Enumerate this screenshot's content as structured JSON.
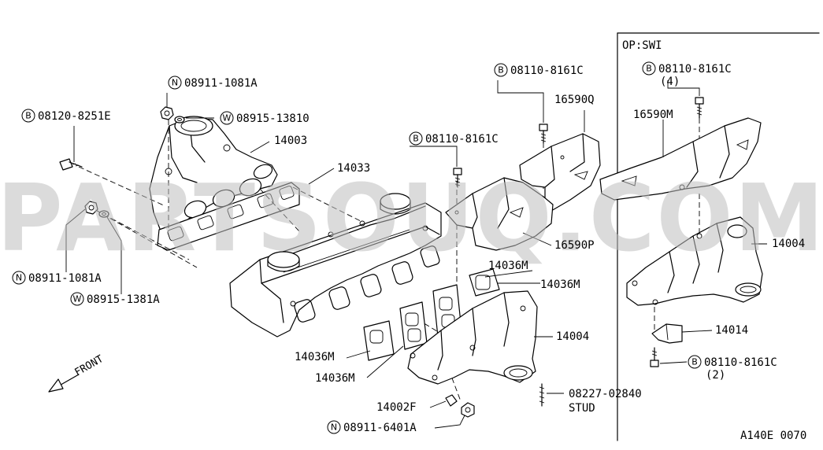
{
  "watermark": "PARTSOUQ.COM",
  "inset": {
    "title": "OP:SWI"
  },
  "direction": {
    "front": "FRONT"
  },
  "diagram_code": "A140E 0070",
  "callouts": [
    {
      "id": "c1",
      "prefix": "N",
      "text": "08911-1081A"
    },
    {
      "id": "c2",
      "prefix": "W",
      "text": "08915-13810"
    },
    {
      "id": "c3",
      "prefix": "B",
      "text": "08120-8251E"
    },
    {
      "id": "c4",
      "prefix": "",
      "text": "14003"
    },
    {
      "id": "c5",
      "prefix": "",
      "text": "14033"
    },
    {
      "id": "c6",
      "prefix": "N",
      "text": "08911-1081A"
    },
    {
      "id": "c7",
      "prefix": "W",
      "text": "08915-1381A"
    },
    {
      "id": "c8",
      "prefix": "B",
      "text": "08110-8161C"
    },
    {
      "id": "c9",
      "prefix": "B",
      "text": "08110-8161C"
    },
    {
      "id": "c10",
      "prefix": "",
      "text": "16590Q"
    },
    {
      "id": "c11",
      "prefix": "",
      "text": "16590P"
    },
    {
      "id": "c12",
      "prefix": "",
      "text": "14036M"
    },
    {
      "id": "c13",
      "prefix": "",
      "text": "14036M"
    },
    {
      "id": "c14",
      "prefix": "",
      "text": "14004"
    },
    {
      "id": "c15",
      "prefix": "",
      "text": "14036M"
    },
    {
      "id": "c16",
      "prefix": "",
      "text": "14036M"
    },
    {
      "id": "c17",
      "prefix": "",
      "text": "08227-02840"
    },
    {
      "id": "c18",
      "prefix": "",
      "text": "STUD"
    },
    {
      "id": "c19",
      "prefix": "",
      "text": "14002F"
    },
    {
      "id": "c20",
      "prefix": "N",
      "text": "08911-6401A"
    },
    {
      "id": "c21",
      "prefix": "B",
      "text": "08110-8161C"
    },
    {
      "id": "c22",
      "prefix": "",
      "text": "(4)"
    },
    {
      "id": "c23",
      "prefix": "",
      "text": "16590M"
    },
    {
      "id": "c24",
      "prefix": "",
      "text": "14004"
    },
    {
      "id": "c25",
      "prefix": "",
      "text": "14014"
    },
    {
      "id": "c26",
      "prefix": "B",
      "text": "08110-8161C"
    },
    {
      "id": "c27",
      "prefix": "",
      "text": "(2)"
    }
  ]
}
